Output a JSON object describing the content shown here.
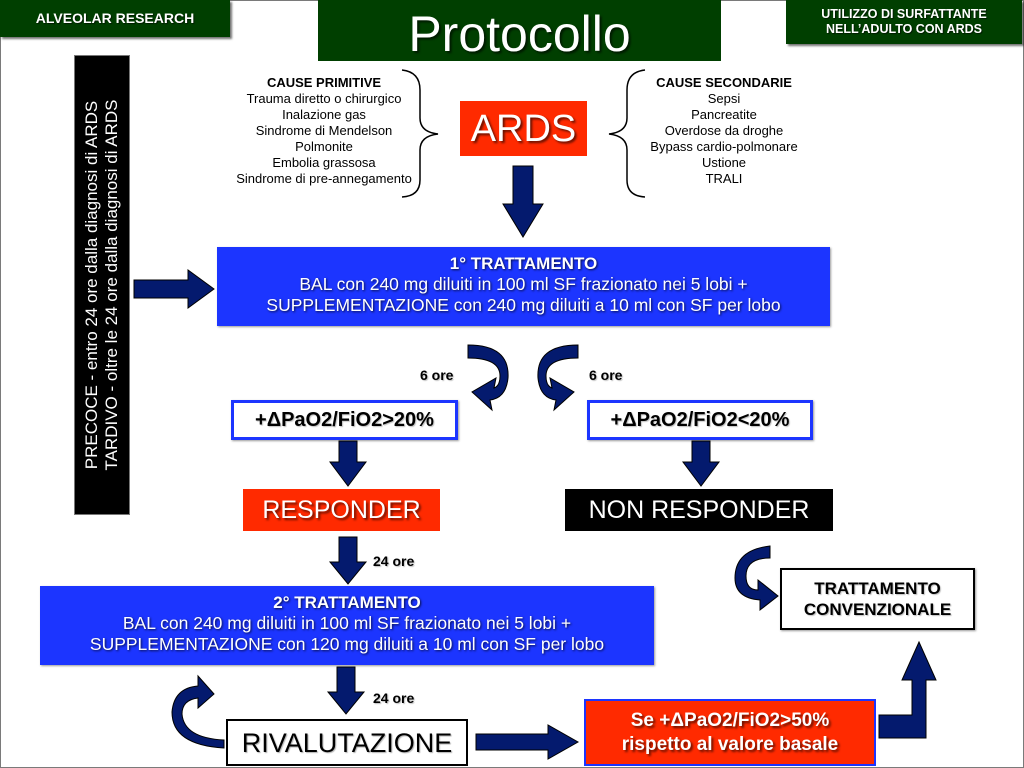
{
  "header": {
    "left_tag": "ALVEOLAR RESEARCH",
    "title": "Protocollo",
    "right_tag_line1": "UTILIZZO DI SURFATTANTE",
    "right_tag_line2": "NELL’ADULTO CON ARDS"
  },
  "colors": {
    "header_green": "#003f00",
    "accent_red": "#ff2a00",
    "box_blue": "#1c35ff",
    "arrow_navy": "#041a6e"
  },
  "causes_primary": {
    "heading": "CAUSE PRIMITIVE",
    "items": [
      "Trauma diretto o chirurgico",
      "Inalazione gas",
      "Sindrome di Mendelson",
      "Polmonite",
      "Embolia grassosa",
      "Sindrome di pre-annegamento"
    ]
  },
  "causes_secondary": {
    "heading": "CAUSE SECONDARIE",
    "items": [
      "Sepsi",
      "Pancreatite",
      "Overdose da droghe",
      "Bypass cardio-polmonare",
      "Ustione",
      "TRALI"
    ]
  },
  "ards_label": "ARDS",
  "timing_bar": {
    "line1": "PRECOCE - entro 24 ore dalla diagnosi di ARDS",
    "line2": "TARDIVO -  oltre le 24 ore dalla diagnosi di ARDS"
  },
  "treatment1": {
    "heading": "1° TRATTAMENTO",
    "line1": "BAL con 240 mg diluiti in 100 ml SF frazionato nei 5 lobi +",
    "line2": "SUPPLEMENTAZIONE con 240 mg diluiti a 10 ml con SF per lobo"
  },
  "branch_left": {
    "time": "6 ore",
    "condition": "+ΔPaO2/FiO2>20%",
    "outcome": "RESPONDER"
  },
  "branch_right": {
    "time": "6 ore",
    "condition": "+ΔPaO2/FiO2<20%",
    "outcome": "NON RESPONDER"
  },
  "responder_wait": "24 ore",
  "treatment2": {
    "heading": "2° TRATTAMENTO",
    "line1": "BAL con 240 mg diluiti in 100 ml SF frazionato nei 5 lobi +",
    "line2": "SUPPLEMENTAZIONE con 120 mg diluiti a 10 ml con SF per lobo"
  },
  "conventional": {
    "line1": "TRATTAMENTO",
    "line2": "CONVENZIONALE"
  },
  "reassessment_wait": "24 ore",
  "reassessment": "RIVALUTAZIONE",
  "threshold": {
    "line1": "Se +ΔPaO2/FiO2>50%",
    "line2": "rispetto al valore basale"
  }
}
